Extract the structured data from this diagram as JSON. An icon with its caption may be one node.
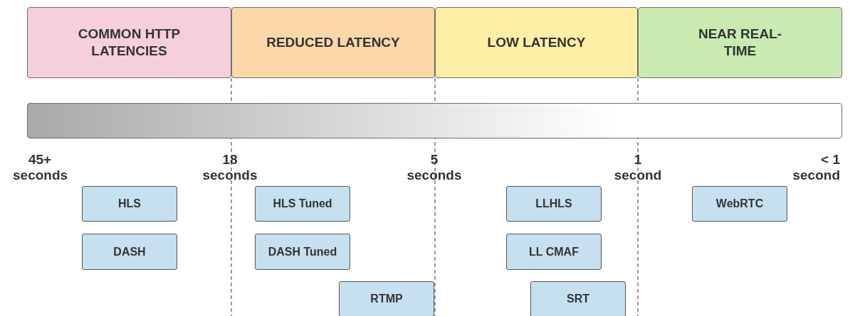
{
  "diagram": {
    "nodes": [
      {
        "text": [
          "COMMON HTTP LATENCIES"
        ]
      },
      {
        "text": [
          "REDUCED LATENCY"
        ]
      },
      {
        "text": [
          "LOW LATENCY"
        ]
      },
      {
        "text": [
          "NEAR REAL-TIME"
        ]
      },
      {
        "text": [],
        "shape": "bar"
      },
      {
        "text": [
          "HLS"
        ]
      },
      {
        "text": [
          "HLS Tuned"
        ]
      },
      {
        "text": [
          "LLHLS"
        ]
      },
      {
        "text": [
          "WebRTC"
        ]
      },
      {
        "text": [
          "DASH"
        ]
      },
      {
        "text": [
          "DASH Tuned"
        ]
      },
      {
        "text": [
          "LL CMAF"
        ]
      },
      {
        "text": [
          "RTMP"
        ]
      },
      {
        "text": [
          "SRT"
        ]
      }
    ],
    "edges": [],
    "labels": [
      "45+ seconds",
      "18 seconds",
      "5 seconds",
      "1 second",
      "< 1 second"
    ]
  }
}
